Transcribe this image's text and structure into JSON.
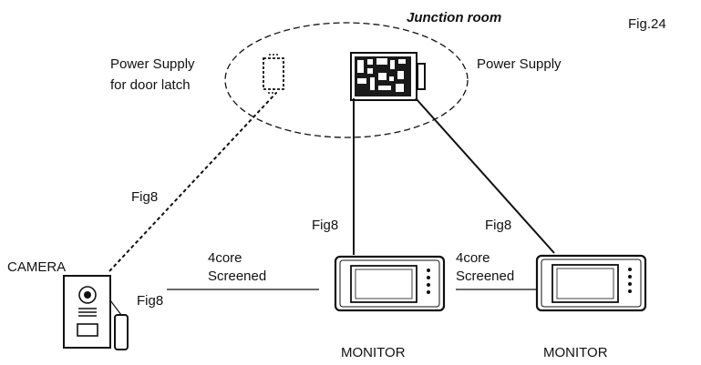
{
  "diagram": {
    "figure_label": "Fig.24",
    "junction_room_label": "Junction room",
    "power_supply_door_latch_line1": "Power Supply",
    "power_supply_door_latch_line2": "for door latch",
    "power_supply_label": "Power Supply",
    "fig8_dashed_label": "Fig8",
    "fig8_monitor1_label": "Fig8",
    "fig8_monitor2_label": "Fig8",
    "fig8_camera_label": "Fig8",
    "camera_label": "CAMERA",
    "cable1_line1": "4core",
    "cable1_line2": "Screened",
    "cable2_line1": "4core",
    "cable2_line2": "Screened",
    "monitor1_label": "MONITOR",
    "monitor2_label": "MONITOR"
  }
}
